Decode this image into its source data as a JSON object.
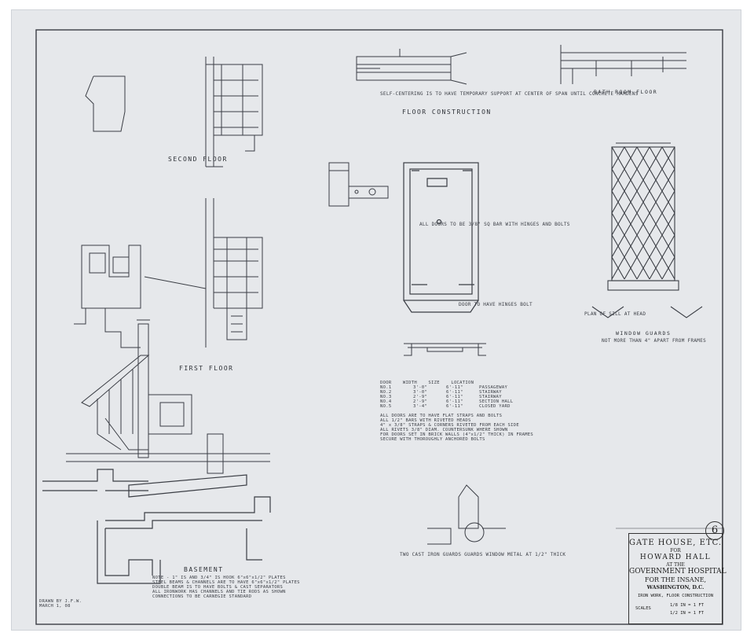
{
  "sheet_number": "6",
  "views": {
    "second_floor": "SECOND FLOOR",
    "first_floor": "FIRST FLOOR",
    "basement": "BASEMENT",
    "floor_construction": "FLOOR CONSTRUCTION",
    "bath_room_floor": "BATH ROOM FLOOR",
    "window_guards": "WINDOW GUARDS",
    "window_guards_note": "NOT MORE THAN 4\" APART FROM FRAMES"
  },
  "title_block": {
    "line1": "GATE HOUSE, ETC.",
    "line2": "FOR",
    "line3": "HOWARD HALL",
    "line4": "AT THE",
    "line5": "GOVERNMENT HOSPITAL",
    "line6": "FOR THE INSANE,",
    "line7": "WASHINGTON, D.C.",
    "subtitle": "IRON WORK, FLOOR CONSTRUCTION",
    "scale_label": "SCALES",
    "scale1": "1/8 IN = 1 FT",
    "scale2": "1/2 IN = 1 FT"
  },
  "notes": {
    "basement_note1": "NOTE - 1\" IS AND 3/4\" IS HOOK 6\"x6\"x1/2\" PLATES",
    "basement_note2": "STEEL BEAMS & CHANNELS ARE TO HAVE 6\"x6\"x1/2\" PLATES",
    "basement_note3": "DOUBLE BEAM IS TO HAVE BOLTS & CAST SEPARATORS",
    "basement_note4": "ALL IRONWORK HAS CHANNELS AND TIE RODS AS SHOWN",
    "basement_note5": "CONNECTIONS TO BE CARNEGIE STANDARD",
    "drawn_by": "DRAWN BY J.F.W.",
    "date": "MARCH 1, 08",
    "grilles_note": "TWO CAST IRON GUARDS GUARDS WINDOW METAL AT 1/2\" THICK",
    "sill_note": "PLAN OF SILL AT HEAD",
    "self_centering": "SELF-CENTERING IS TO HAVE TEMPORARY SUPPORT AT CENTER OF SPAN UNTIL CONCRETE HARDENS",
    "door_note": "ALL DOORS TO BE 3/8\" SQ BAR WITH HINGES AND BOLTS",
    "bolt_note": "DOOR TO HAVE HINGES BOLT",
    "schedule_notes": [
      "ALL DOORS ARE TO HAVE FLAT STRAPS AND BOLTS",
      "ALL 1/2\" BARS WITH RIVETED HEADS",
      "4\" x 3/8\" STRAPS & CORNERS RIVETED FROM EACH SIDE",
      "ALL RIVETS 3/8\" DIAM. COUNTERSUNK WHERE SHOWN",
      "FOR DOORS SET IN BRICK WALLS (4\"x1/2\" THICK) IN FRAMES",
      "SECURE WITH THOROUGHLY ANCHORED BOLTS"
    ]
  },
  "schedule": {
    "header": [
      "DOOR",
      "WIDTH",
      "SIZE",
      "LOCATION"
    ],
    "rows": [
      [
        "NO.1",
        "3'-0\"",
        "6'-11\"",
        "PASSAGEWAY"
      ],
      [
        "NO.2",
        "3'-0\"",
        "6'-11\"",
        "STAIRWAY"
      ],
      [
        "NO.3",
        "2'-9\"",
        "6'-11\"",
        "STAIRWAY"
      ],
      [
        "NO.4",
        "2'-9\"",
        "6'-11\"",
        "SECTION HALL"
      ],
      [
        "NO.5",
        "3'-4\"",
        "6'-11\"",
        "CLOSED YARD"
      ]
    ]
  },
  "colors": {
    "paper": "#e6e8eb",
    "ink": "#2c2f35"
  }
}
